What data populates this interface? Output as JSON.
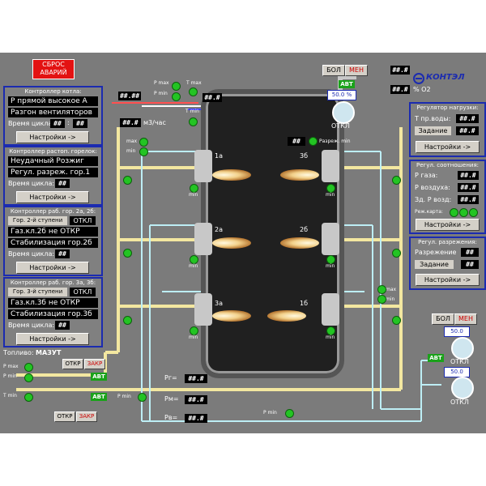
{
  "screen": {
    "reset_button": "СБРОС АВАРИЙ",
    "logo": "КОНТЭЛ",
    "fuel_label": "Топливо:",
    "fuel_value": "МАЗУТ"
  },
  "boiler_controller": {
    "title": "Контроллер котла:",
    "line1": "Р прямой высокое А",
    "line2": "Разгон вентиляторов",
    "cycle_label": "Время цикла:",
    "cycle_v1": "##",
    "cycle_v2": "##",
    "settings": "Настройки ->"
  },
  "ignition_controller": {
    "title": "Контроллер растоп. горелок:",
    "line1": "Неудачный Розжиг",
    "line2": "Регул. разреж. гор.1",
    "cycle_label": "Время цикла:",
    "cycle_v": "##",
    "settings": "Настройки ->"
  },
  "burner2_controller": {
    "title": "Контроллер раб. гор. 2а, 2б:",
    "stage_label": "Гор. 2-й ступени",
    "stage_value": "ОТКЛ",
    "line1": "Газ.кл.2б не ОТКР",
    "line2": "Стабилизация гор.2б",
    "cycle_label": "Время цикла:",
    "cycle_v": "##",
    "settings": "Настройки ->"
  },
  "burner3_controller": {
    "title": "Контроллер раб. гор. 3а, 3б:",
    "stage_label": "Гор. 3-й ступени",
    "stage_value": "ОТКЛ",
    "line1": "Газ.кл.3б не ОТКР",
    "line2": "Стабилизация гор.3б",
    "cycle_label": "Время цикла:",
    "cycle_v": "##",
    "settings": "Настройки ->"
  },
  "load_regulator": {
    "title": "Регулятор нагрузки:",
    "water_label": "Т пр.воды:",
    "water_v": "##.#",
    "task_label": "Задание",
    "task_v": "##.#",
    "settings": "Настройки ->"
  },
  "ratio_regulator": {
    "title": "Регул. соотношения:",
    "gas_label": "Р газа:",
    "gas_v": "##.#",
    "air_label": "Р воздуха:",
    "air_v": "##.#",
    "setp_label": "Зд. Р возд:",
    "setp_v": "##.#",
    "mode_label": "Реж.карта:",
    "settings": "Настройки ->"
  },
  "draft_regulator": {
    "title": "Регул. разрежения:",
    "draft_label": "Разрежение",
    "draft_v": "##",
    "task_label": "Задание",
    "task_v": "##",
    "settings": "Настройки ->"
  },
  "process": {
    "pmax": "P max",
    "pmin": "P min",
    "tmax": "T max",
    "tmin": "T min",
    "max": "max",
    "min": "min",
    "top_val_a": "##.##",
    "top_val_b": "##.#",
    "flow_val": "##.#",
    "flow_unit": "м3/час",
    "draft_min_label": "Разреж. min",
    "draft_val": "##",
    "o2_val": "##.#",
    "o2_unit": "% O2",
    "smoke_big": "БОЛ",
    "smoke_less": "МЕН",
    "smoke_abt": "АВТ",
    "smoke_pct": "50.0",
    "smoke_pct_unit": "%",
    "smoke_state": "ОТКЛ",
    "fan_big": "БОЛ",
    "fan_less": "МЕН",
    "fan_abt": "АВТ",
    "fan_pct1": "50.0",
    "fan_pct2": "50.0",
    "fan_state1": "ОТКЛ",
    "fan_state2": "ОТКЛ",
    "rg_label": "Рг=",
    "rg_val": "##.#",
    "rm_label": "Рм=",
    "rm_val": "##.#",
    "rv_label": "Рв=",
    "rv_val": "##.#",
    "fuel_open": "ОТКР",
    "fuel_close": "ЗАКР",
    "fuel_abt": "АВТ",
    "burners": [
      "1а",
      "2а",
      "3а",
      "1б",
      "2б",
      "3б"
    ]
  }
}
